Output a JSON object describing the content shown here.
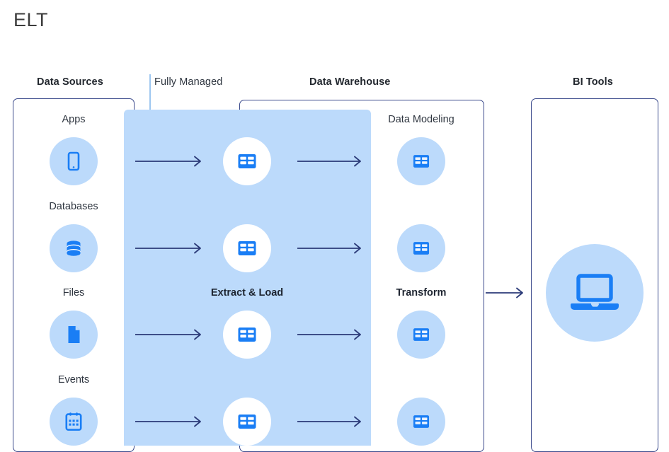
{
  "title": "ELT",
  "sections": [
    {
      "key": "data_sources",
      "label": "Data Sources",
      "bold": true
    },
    {
      "key": "fully_managed",
      "label": "Fully Managed",
      "bold": false
    },
    {
      "key": "data_warehouse",
      "label": "Data Warehouse",
      "bold": true
    },
    {
      "key": "bi_tools",
      "label": "BI Tools",
      "bold": true
    }
  ],
  "data_sources": {
    "header": "Data Sources",
    "items": [
      {
        "label": "Apps",
        "icon": "mobile-phone-icon"
      },
      {
        "label": "Databases",
        "icon": "database-icon"
      },
      {
        "label": "Files",
        "icon": "file-document-icon"
      },
      {
        "label": "Events",
        "icon": "calendar-icon"
      }
    ]
  },
  "fully_managed": {
    "header": "Fully Managed",
    "stage_label": "Extract & Load",
    "icon": "table-icon",
    "row_count": 4
  },
  "data_warehouse": {
    "header": "Data Warehouse",
    "modeling_label": "Data Modeling",
    "transform_label": "Transform",
    "icon": "table-icon",
    "row_count": 4
  },
  "bi_tools": {
    "header": "BI Tools",
    "icon": "laptop-icon"
  },
  "colors": {
    "accent_blue": "#1a7ef5",
    "panel_blue": "#bcdafb",
    "disc_blue": "#bcdafb",
    "outline_navy": "#3b4a8c",
    "arrow_navy": "#2b3a78",
    "title_gray": "#3c3c3c",
    "text_dark": "#2f3640",
    "white": "#ffffff"
  }
}
